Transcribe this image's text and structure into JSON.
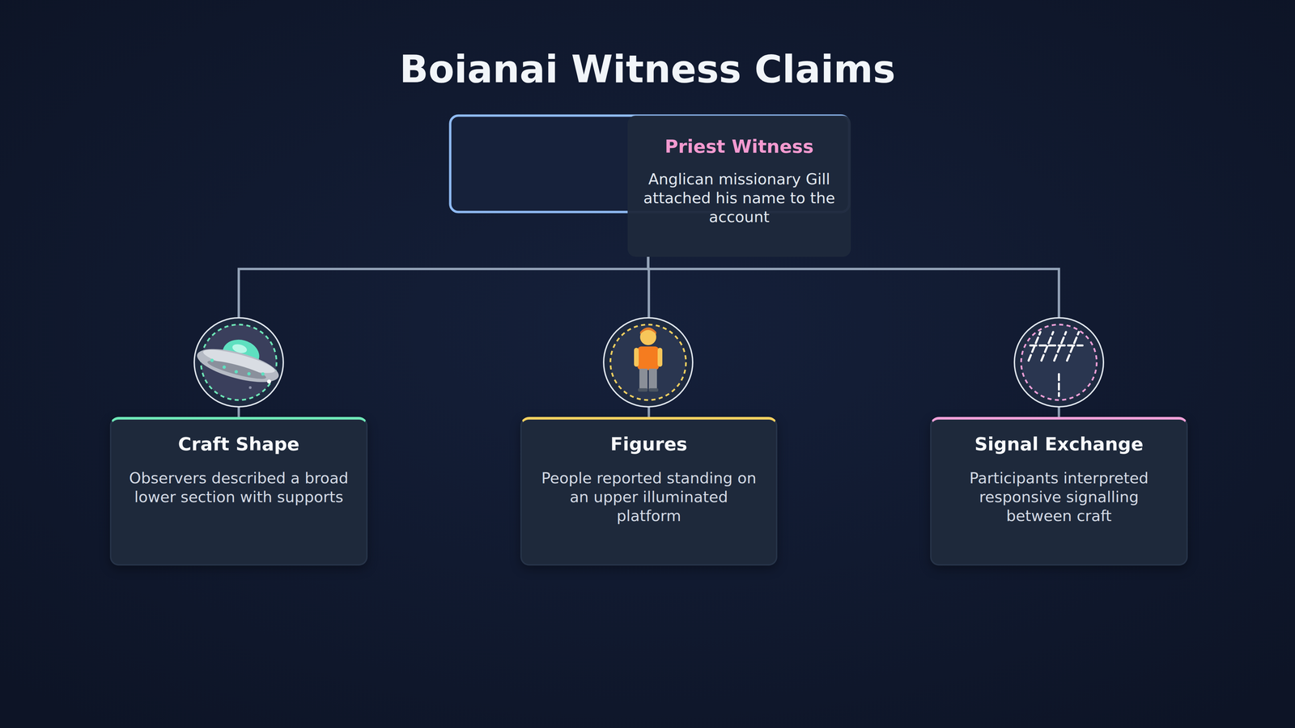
{
  "diagram": {
    "title": "Boianai Witness Claims",
    "nodes": [
      {
        "text": [
          "Priest Witness",
          "Anglican missionary Gill attached his name to the account"
        ]
      },
      {
        "text": [
          "Craft Shape",
          "Observers described a broad lower section with supports"
        ]
      },
      {
        "text": [
          "Figures",
          "People reported standing on an upper illuminated platform"
        ]
      },
      {
        "text": [
          "Signal Exchange",
          "Participants interpreted responsive signalling between craft"
        ]
      }
    ],
    "edges": [
      {
        "from": 0,
        "to": 1,
        "arrow": "none"
      },
      {
        "from": 0,
        "to": 2,
        "arrow": "none"
      },
      {
        "from": 0,
        "to": 3,
        "arrow": "none"
      }
    ]
  }
}
